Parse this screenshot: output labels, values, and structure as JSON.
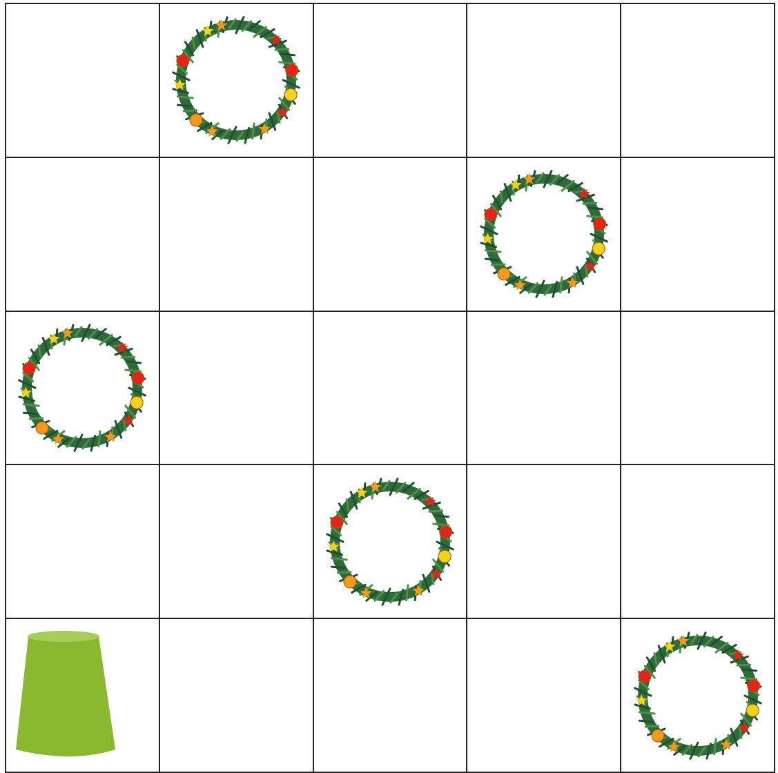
{
  "board": {
    "rows": 5,
    "cols": 5,
    "cells": [
      [
        "empty",
        "wreath",
        "empty",
        "empty",
        "empty"
      ],
      [
        "empty",
        "empty",
        "empty",
        "wreath",
        "empty"
      ],
      [
        "wreath",
        "empty",
        "empty",
        "empty",
        "empty"
      ],
      [
        "empty",
        "empty",
        "wreath",
        "empty",
        "empty"
      ],
      [
        "cup",
        "empty",
        "empty",
        "empty",
        "wreath"
      ]
    ]
  },
  "icons": {
    "wreath": "christmas-wreath-icon",
    "cup": "green-cup-icon"
  },
  "colors": {
    "grid_line": "#222222",
    "cup": "#8ab82e",
    "cup_top": "#a6cc5a",
    "wreath_green": "#2f6b3a",
    "bauble_red": "#e0261b",
    "bauble_yellow": "#f2d21b",
    "bauble_orange": "#f29a1b"
  }
}
